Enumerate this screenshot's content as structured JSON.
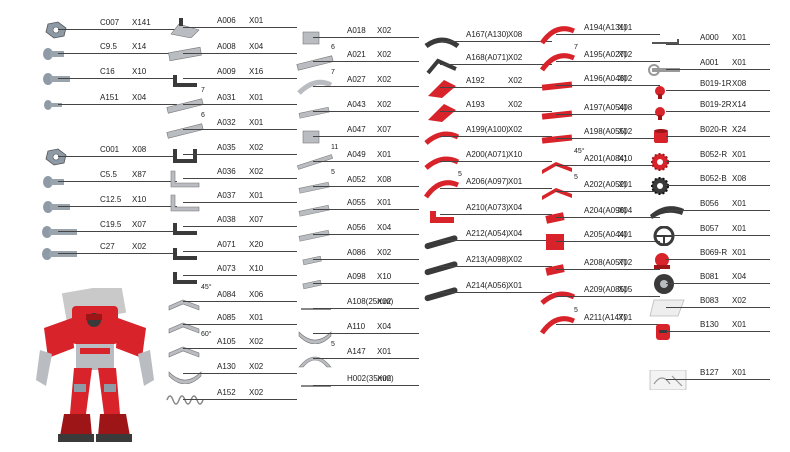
{
  "colors": {
    "red": "#d8232a",
    "darkred": "#9e1518",
    "metal": "#b9bcc0",
    "dark": "#3a3a3a",
    "steel": "#8e9aa6"
  },
  "columns": [
    {
      "items": [
        {
          "code": "C007",
          "qty": "X141",
          "icon": "hex-nut-icon"
        },
        {
          "code": "C9.5",
          "qty": "X14",
          "icon": "bolt-short-icon"
        },
        {
          "code": "C16",
          "qty": "X10",
          "icon": "bolt-medium-icon"
        },
        {
          "code": "A151",
          "qty": "X04",
          "icon": "screw-small-icon"
        },
        {
          "code": "C001",
          "qty": "X08",
          "icon": "hex-nut-icon"
        },
        {
          "code": "C5.5",
          "qty": "X87",
          "icon": "bolt-short-icon"
        },
        {
          "code": "C12.5",
          "qty": "X10",
          "icon": "bolt-medium-icon"
        },
        {
          "code": "C19.5",
          "qty": "X07",
          "icon": "bolt-long-icon"
        },
        {
          "code": "C27",
          "qty": "X02",
          "icon": "bolt-long-icon"
        }
      ]
    },
    {
      "items": [
        {
          "code": "A006",
          "qty": "X01",
          "icon": "bracket-icon"
        },
        {
          "code": "A008",
          "qty": "X04",
          "icon": "plate-icon"
        },
        {
          "code": "A009",
          "qty": "X16",
          "icon": "angle-bracket-icon"
        },
        {
          "code": "A031",
          "qty": "X01",
          "icon": "long-plate-icon",
          "note": "7"
        },
        {
          "code": "A032",
          "qty": "X01",
          "icon": "long-plate-icon",
          "note": "6"
        },
        {
          "code": "A035",
          "qty": "X02",
          "icon": "u-bracket-icon"
        },
        {
          "code": "A036",
          "qty": "X02",
          "icon": "l-bracket-icon"
        },
        {
          "code": "A037",
          "qty": "X01",
          "icon": "l-bracket-icon"
        },
        {
          "code": "A038",
          "qty": "X07",
          "icon": "angle-bracket-icon"
        },
        {
          "code": "A071",
          "qty": "X20",
          "icon": "angle-bracket-icon"
        },
        {
          "code": "A073",
          "qty": "X10",
          "icon": "angle-bracket-icon"
        },
        {
          "code": "A084",
          "qty": "X06",
          "icon": "bent-plate-icon",
          "note": "45°"
        },
        {
          "code": "A085",
          "qty": "X01",
          "icon": "bent-plate-icon"
        },
        {
          "code": "A105",
          "qty": "X02",
          "icon": "bent-plate-icon",
          "note": "60°"
        },
        {
          "code": "A130",
          "qty": "X02",
          "icon": "curved-plate-icon"
        },
        {
          "code": "A152",
          "qty": "X02",
          "icon": "spring-icon"
        }
      ]
    },
    {
      "items": [
        {
          "code": "A018",
          "qty": "X02",
          "icon": "square-plate-icon"
        },
        {
          "code": "A021",
          "qty": "X02",
          "icon": "long-plate-icon",
          "note": "6"
        },
        {
          "code": "A027",
          "qty": "X02",
          "icon": "curved-strip-icon",
          "note": "7"
        },
        {
          "code": "A043",
          "qty": "X02",
          "icon": "strip-icon"
        },
        {
          "code": "A047",
          "qty": "X07",
          "icon": "square-plate-icon"
        },
        {
          "code": "A049",
          "qty": "X01",
          "icon": "long-strip-icon",
          "note": "11"
        },
        {
          "code": "A052",
          "qty": "X08",
          "icon": "strip-icon",
          "note": "5"
        },
        {
          "code": "A055",
          "qty": "X01",
          "icon": "strip-icon"
        },
        {
          "code": "A056",
          "qty": "X04",
          "icon": "strip-icon"
        },
        {
          "code": "A086",
          "qty": "X02",
          "icon": "small-strip-icon"
        },
        {
          "code": "A098",
          "qty": "X10",
          "icon": "small-strip-icon"
        },
        {
          "code": "A108(25mm)",
          "qty": "X02",
          "icon": "axle-icon"
        },
        {
          "code": "A110",
          "qty": "X04",
          "icon": "curved-plate-icon"
        },
        {
          "code": "A147",
          "qty": "X01",
          "icon": "arc-plate-icon",
          "note": "5"
        },
        {
          "code": "H002(35mm)",
          "qty": "X02",
          "icon": "axle-icon"
        }
      ]
    },
    {
      "items": [
        {
          "code": "A167(A130)",
          "qty": "X08",
          "icon": "black-curve-icon"
        },
        {
          "code": "A168(A071)",
          "qty": "X02",
          "icon": "black-bracket-icon"
        },
        {
          "code": "A192",
          "qty": "X02",
          "icon": "red-panel-icon"
        },
        {
          "code": "A193",
          "qty": "X02",
          "icon": "red-panel-icon"
        },
        {
          "code": "A199(A100)",
          "qty": "X02",
          "icon": "red-curve-icon"
        },
        {
          "code": "A200(A071)",
          "qty": "X10",
          "icon": "red-curve-icon"
        },
        {
          "code": "A206(A097)",
          "qty": "X01",
          "icon": "red-arc-icon",
          "note": "5"
        },
        {
          "code": "A210(A073)",
          "qty": "X04",
          "icon": "red-bracket-icon"
        },
        {
          "code": "A212(A054)",
          "qty": "X04",
          "icon": "dark-strip-icon"
        },
        {
          "code": "A213(A098)",
          "qty": "X02",
          "icon": "dark-strip-icon"
        },
        {
          "code": "A214(A056)",
          "qty": "X01",
          "icon": "dark-strip-icon"
        }
      ]
    },
    {
      "items": [
        {
          "code": "A194(A131)",
          "qty": "X01",
          "icon": "red-arc-icon"
        },
        {
          "code": "A195(A027)",
          "qty": "X02",
          "icon": "red-arc-icon",
          "note": "7"
        },
        {
          "code": "A196(A043)",
          "qty": "X02",
          "icon": "red-strip-icon"
        },
        {
          "code": "A197(A054)",
          "qty": "X08",
          "icon": "red-strip-icon"
        },
        {
          "code": "A198(A055)",
          "qty": "X02",
          "icon": "red-strip-icon"
        },
        {
          "code": "A201(A084)",
          "qty": "X10",
          "icon": "red-bent-icon",
          "note": "45°"
        },
        {
          "code": "A202(A052)",
          "qty": "X01",
          "icon": "red-bent-icon",
          "note": "5"
        },
        {
          "code": "A204(A098)",
          "qty": "X04",
          "icon": "red-small-icon"
        },
        {
          "code": "A205(A044)",
          "qty": "X01",
          "icon": "red-square-icon"
        },
        {
          "code": "A208(A057)",
          "qty": "X02",
          "icon": "red-small-icon"
        },
        {
          "code": "A209(A085)",
          "qty": "X05",
          "icon": "red-curve-icon"
        },
        {
          "code": "A211(A147)",
          "qty": "X01",
          "icon": "red-arc-icon",
          "note": "5"
        }
      ]
    },
    {
      "items": [
        {
          "code": "A000",
          "qty": "X01",
          "icon": "hex-key-icon"
        },
        {
          "code": "A001",
          "qty": "X01",
          "icon": "wrench-icon"
        },
        {
          "code": "B019-1R",
          "qty": "X08",
          "icon": "red-cap-icon"
        },
        {
          "code": "B019-2R",
          "qty": "X14",
          "icon": "red-cap-icon"
        },
        {
          "code": "B020-R",
          "qty": "X24",
          "icon": "red-cylinder-icon"
        },
        {
          "code": "B052-R",
          "qty": "X01",
          "icon": "red-gear-icon"
        },
        {
          "code": "B052-B",
          "qty": "X08",
          "icon": "black-gear-icon"
        },
        {
          "code": "B056",
          "qty": "X01",
          "icon": "dark-fin-icon"
        },
        {
          "code": "B057",
          "qty": "X01",
          "icon": "steering-wheel-icon"
        },
        {
          "code": "B069-R",
          "qty": "X01",
          "icon": "red-knob-icon"
        },
        {
          "code": "B081",
          "qty": "X04",
          "icon": "tire-icon"
        },
        {
          "code": "B083",
          "qty": "X02",
          "icon": "white-panel-icon"
        },
        {
          "code": "B130",
          "qty": "X01",
          "icon": "robot-head-icon"
        },
        {
          "code": "B127",
          "qty": "X01",
          "icon": "decal-sheet-icon"
        }
      ]
    }
  ]
}
